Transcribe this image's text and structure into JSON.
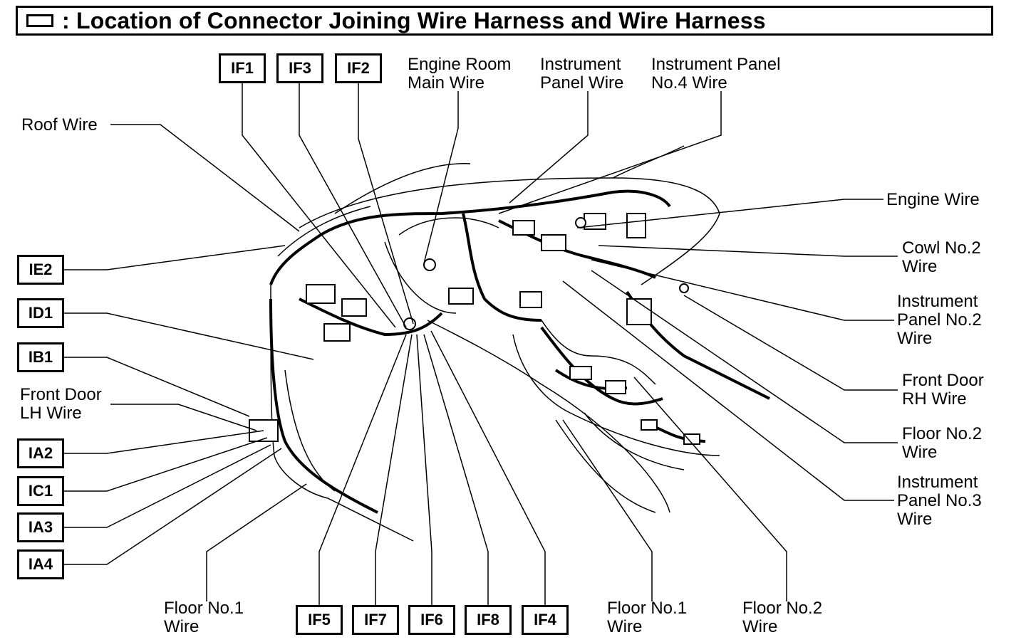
{
  "title": ": Location of Connector Joining Wire Harness and Wire Harness",
  "title_icon": "empty-rectangle-symbol",
  "connectors": {
    "IF1": "IF1",
    "IF3": "IF3",
    "IF2": "IF2",
    "IE2": "IE2",
    "ID1": "ID1",
    "IB1": "IB1",
    "IA2": "IA2",
    "IC1": "IC1",
    "IA3": "IA3",
    "IA4": "IA4",
    "IF5": "IF5",
    "IF7": "IF7",
    "IF6": "IF6",
    "IF8": "IF8",
    "IF4": "IF4"
  },
  "wires": {
    "engine_room_main_1": "Engine Room",
    "engine_room_main_2": "Main Wire",
    "instrument_panel_1": "Instrument",
    "instrument_panel_2": "Panel Wire",
    "instrument_panel_no4_1": "Instrument Panel",
    "instrument_panel_no4_2": "No.4 Wire",
    "roof": "Roof Wire",
    "engine": "Engine Wire",
    "cowl_no2_1": "Cowl No.2",
    "cowl_no2_2": "Wire",
    "instrument_panel_no2_1": "Instrument",
    "instrument_panel_no2_2": "Panel No.2",
    "instrument_panel_no2_3": "Wire",
    "front_door_rh_1": "Front Door",
    "front_door_rh_2": "RH Wire",
    "floor_no2_right_1": "Floor No.2",
    "floor_no2_right_2": "Wire",
    "instrument_panel_no3_1": "Instrument",
    "instrument_panel_no3_2": "Panel No.3",
    "instrument_panel_no3_3": "Wire",
    "front_door_lh_1": "Front Door",
    "front_door_lh_2": "LH Wire",
    "floor_no1_left_1": "Floor No.1",
    "floor_no1_left_2": "Wire",
    "floor_no1_center_1": "Floor No.1",
    "floor_no1_center_2": "Wire",
    "floor_no2_bottom_1": "Floor No.2",
    "floor_no2_bottom_2": "Wire"
  }
}
